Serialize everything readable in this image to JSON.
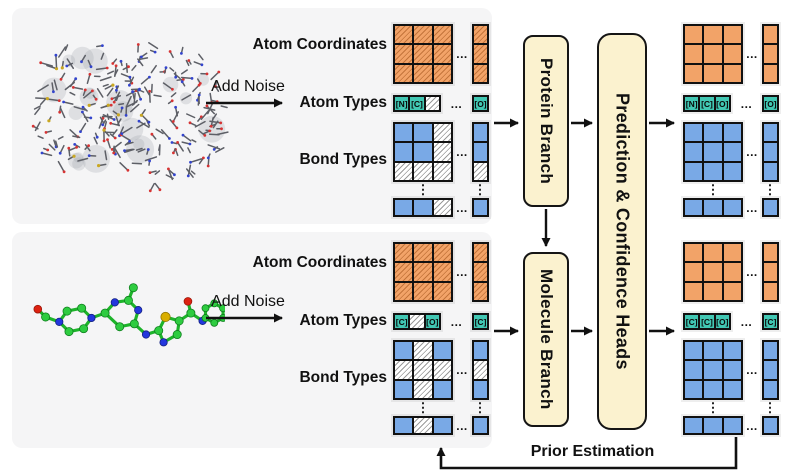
{
  "colors": {
    "orange": "#f2a368",
    "orange_hatch_line": "#c3743a",
    "blue": "#79a9e6",
    "teal": "#41c7b3",
    "hatch_line": "#9b9b9b",
    "cream": "#fbf2cf",
    "panel_gray": "#f5f5f6",
    "line_black": "#111111"
  },
  "row_labels": {
    "atom_coordinates": "Atom Coordinates",
    "atom_types": "Atom Types",
    "bond_types": "Bond Types"
  },
  "noise": {
    "label": "Add Noise"
  },
  "branches": {
    "protein": "Protein Branch",
    "molecule": "Molecule Branch",
    "prediction": "Prediction & Confidence Heads"
  },
  "prior": {
    "label": "Prior Estimation"
  },
  "glyphs": {
    "ellipsis": "...",
    "vdots": "⋮"
  },
  "matrices": {
    "protein_input": {
      "coord_grid": [
        "oh",
        "oh",
        "oh",
        "oh",
        "oh",
        "oh",
        "oh",
        "oh",
        "oh"
      ],
      "coord_col": [
        "oh",
        "oh",
        "oh"
      ],
      "atom_cells": [
        {
          "t": "[N]",
          "c": "teal"
        },
        {
          "t": "[C]",
          "c": "teal"
        },
        {
          "t": "",
          "c": "h"
        }
      ],
      "atom_end": [
        {
          "t": "[O]",
          "c": "teal"
        }
      ],
      "bond_grid": [
        "b",
        "b",
        "h",
        "b",
        "b",
        "h",
        "h",
        "h",
        "h"
      ],
      "bond_col": [
        "b",
        "b",
        "h"
      ],
      "bond_row": [
        "b",
        "b",
        "h"
      ],
      "bond_end": [
        "b"
      ]
    },
    "molecule_input": {
      "coord_grid": [
        "oh",
        "oh",
        "oh",
        "oh",
        "oh",
        "oh",
        "oh",
        "oh",
        "oh"
      ],
      "coord_col": [
        "oh",
        "oh",
        "oh"
      ],
      "atom_cells": [
        {
          "t": "[C]",
          "c": "teal"
        },
        {
          "t": "",
          "c": "h"
        },
        {
          "t": "[O]",
          "c": "teal"
        }
      ],
      "atom_end": [
        {
          "t": "[C]",
          "c": "teal"
        }
      ],
      "bond_grid": [
        "b",
        "h",
        "b",
        "h",
        "h",
        "h",
        "b",
        "h",
        "b"
      ],
      "bond_col": [
        "b",
        "h",
        "b"
      ],
      "bond_row": [
        "b",
        "h",
        "b"
      ],
      "bond_end": [
        "b"
      ]
    },
    "protein_output": {
      "coord_grid": [
        "o",
        "o",
        "o",
        "o",
        "o",
        "o",
        "o",
        "o",
        "o"
      ],
      "coord_col": [
        "o",
        "o",
        "o"
      ],
      "atom_cells": [
        {
          "t": "[N]",
          "c": "teal"
        },
        {
          "t": "[C]",
          "c": "teal"
        },
        {
          "t": "[O]",
          "c": "teal"
        }
      ],
      "atom_end": [
        {
          "t": "[O]",
          "c": "teal"
        }
      ],
      "bond_grid": [
        "b",
        "b",
        "b",
        "b",
        "b",
        "b",
        "b",
        "b",
        "b"
      ],
      "bond_col": [
        "b",
        "b",
        "b"
      ],
      "bond_row": [
        "b",
        "b",
        "b"
      ],
      "bond_end": [
        "b"
      ]
    },
    "molecule_output": {
      "coord_grid": [
        "o",
        "o",
        "o",
        "o",
        "o",
        "o",
        "o",
        "o",
        "o"
      ],
      "coord_col": [
        "o",
        "o",
        "o"
      ],
      "atom_cells": [
        {
          "t": "[C]",
          "c": "teal"
        },
        {
          "t": "[C]",
          "c": "teal"
        },
        {
          "t": "[O]",
          "c": "teal"
        }
      ],
      "atom_end": [
        {
          "t": "[C]",
          "c": "teal"
        }
      ],
      "bond_grid": [
        "b",
        "b",
        "b",
        "b",
        "b",
        "b",
        "b",
        "b",
        "b"
      ],
      "bond_col": [
        "b",
        "b",
        "b"
      ],
      "bond_row": [
        "b",
        "b",
        "b"
      ],
      "bond_end": [
        "b"
      ]
    }
  }
}
